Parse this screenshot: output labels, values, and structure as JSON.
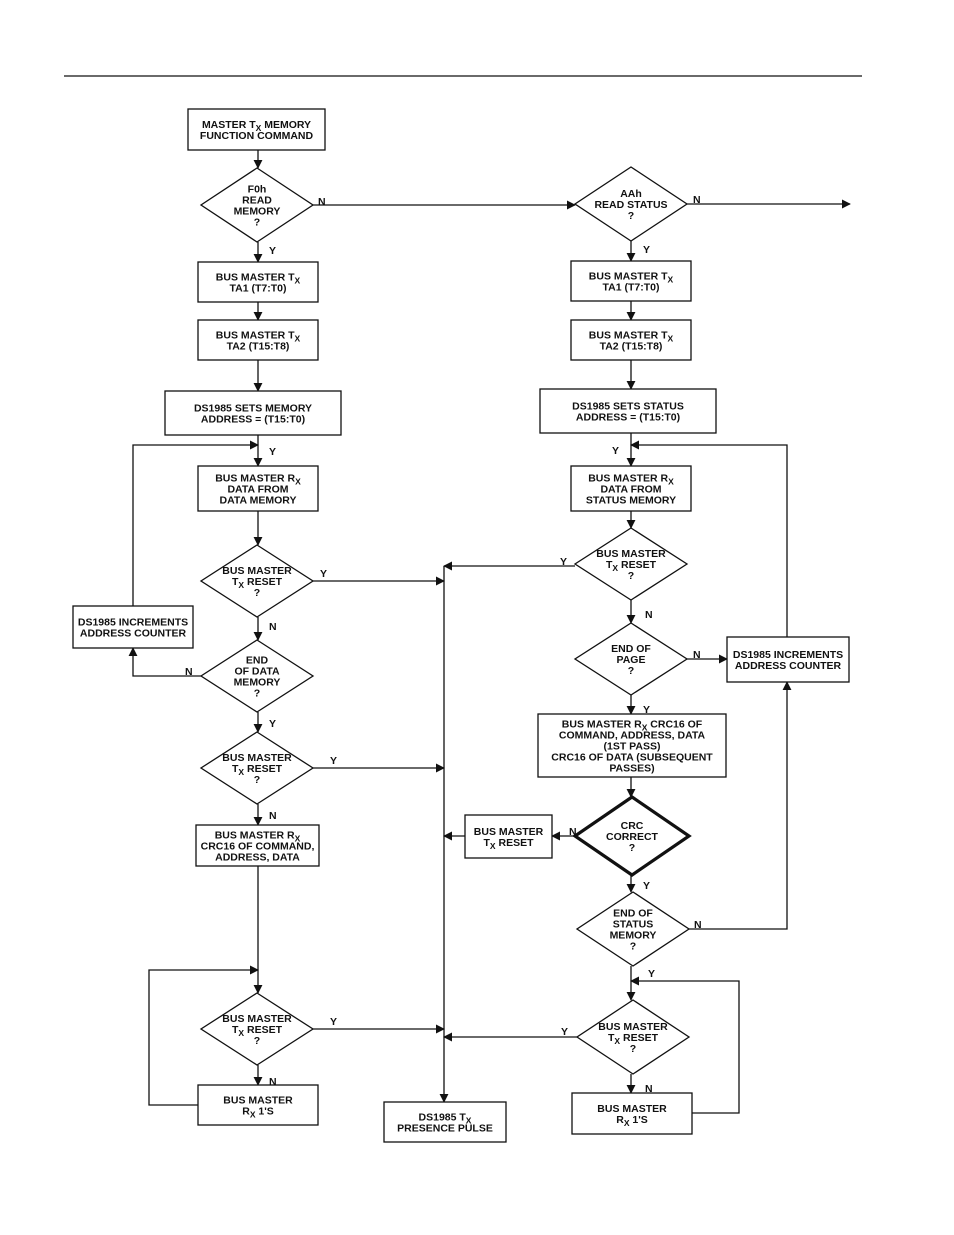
{
  "nodes": {
    "master_cmd": {
      "lines": [
        "MASTER T|X| MEMORY",
        "FUNCTION COMMAND"
      ]
    },
    "f0h": {
      "lines": [
        "F0h",
        "READ",
        "MEMORY",
        "?"
      ]
    },
    "tx_ta1_l": {
      "lines": [
        "BUS MASTER T|X|",
        "TA1 (T7:T0)"
      ]
    },
    "tx_ta2_l": {
      "lines": [
        "BUS MASTER T|X|",
        "TA2 (T15:T8)"
      ]
    },
    "sets_mem": {
      "lines": [
        "DS1985 SETS MEMORY",
        "ADDRESS = (T15:T0)"
      ]
    },
    "rx_data_mem": {
      "lines": [
        "BUS MASTER R|X|",
        "DATA FROM",
        "DATA MEMORY"
      ]
    },
    "reset1_l": {
      "lines": [
        "BUS MASTER",
        "T|X| RESET",
        "?"
      ]
    },
    "incr_l": {
      "lines": [
        "DS1985 INCREMENTS",
        "ADDRESS COUNTER"
      ]
    },
    "end_data": {
      "lines": [
        "END",
        "OF DATA",
        "MEMORY",
        "?"
      ]
    },
    "reset2_l": {
      "lines": [
        "BUS MASTER",
        "T|X| RESET",
        "?"
      ]
    },
    "crc_l": {
      "lines": [
        "BUS MASTER R|X|",
        "CRC16 OF COMMAND,",
        "ADDRESS, DATA"
      ]
    },
    "reset3_l": {
      "lines": [
        "BUS MASTER",
        "T|X| RESET",
        "?"
      ]
    },
    "rx1s_l": {
      "lines": [
        "BUS MASTER",
        "R|X| 1'S"
      ]
    },
    "presence": {
      "lines": [
        "DS1985 T|X|",
        "PRESENCE PULSE"
      ]
    },
    "aah": {
      "lines": [
        "AAh",
        "READ STATUS",
        "?"
      ]
    },
    "tx_ta1_r": {
      "lines": [
        "BUS MASTER T|X|",
        "TA1 (T7:T0)"
      ]
    },
    "tx_ta2_r": {
      "lines": [
        "BUS MASTER T|X|",
        "TA2 (T15:T8)"
      ]
    },
    "sets_status": {
      "lines": [
        "DS1985 SETS STATUS",
        "ADDRESS = (T15:T0)"
      ]
    },
    "rx_status": {
      "lines": [
        "BUS MASTER R|X|",
        "DATA FROM",
        "STATUS MEMORY"
      ]
    },
    "reset1_r": {
      "lines": [
        "BUS MASTER",
        "T|X| RESET",
        "?"
      ]
    },
    "end_page": {
      "lines": [
        "END OF",
        "PAGE",
        "?"
      ]
    },
    "incr_r": {
      "lines": [
        "DS1985 INCREMENTS",
        "ADDRESS COUNTER"
      ]
    },
    "crc_r": {
      "lines": [
        "BUS MASTER R|X| CRC16 OF",
        "COMMAND, ADDRESS, DATA",
        "(1ST PASS)",
        "CRC16 OF DATA (SUBSEQUENT",
        "PASSES)"
      ]
    },
    "crc_correct": {
      "lines": [
        "CRC",
        "CORRECT",
        "?"
      ]
    },
    "tx_reset_box": {
      "lines": [
        "BUS MASTER",
        "T|X| RESET"
      ]
    },
    "end_status": {
      "lines": [
        "END OF",
        "STATUS",
        "MEMORY",
        "?"
      ]
    },
    "reset3_r": {
      "lines": [
        "BUS MASTER",
        "T|X| RESET",
        "?"
      ]
    },
    "rx1s_r": {
      "lines": [
        "BUS MASTER",
        "R|X| 1'S"
      ]
    }
  },
  "labels": {
    "n_f0h": "N",
    "y_f0h": "Y",
    "y_sets_mem": "Y",
    "y_reset1_l": "Y",
    "n_reset1_l": "N",
    "n_end_data": "N",
    "y_end_data": "Y",
    "y_reset2_l": "Y",
    "n_reset2_l": "N",
    "y_reset3_l": "Y",
    "n_reset3_l": "N",
    "n_aah": "N",
    "y_aah": "Y",
    "y_sets_status": "Y",
    "y_reset1_r": "Y",
    "n_reset1_r": "N",
    "n_end_page": "N",
    "y_end_page": "Y",
    "n_crc": "N",
    "y_crc": "Y",
    "n_end_status": "N",
    "y_end_status": "Y",
    "y_reset3_r": "Y",
    "n_reset3_r": "N"
  }
}
